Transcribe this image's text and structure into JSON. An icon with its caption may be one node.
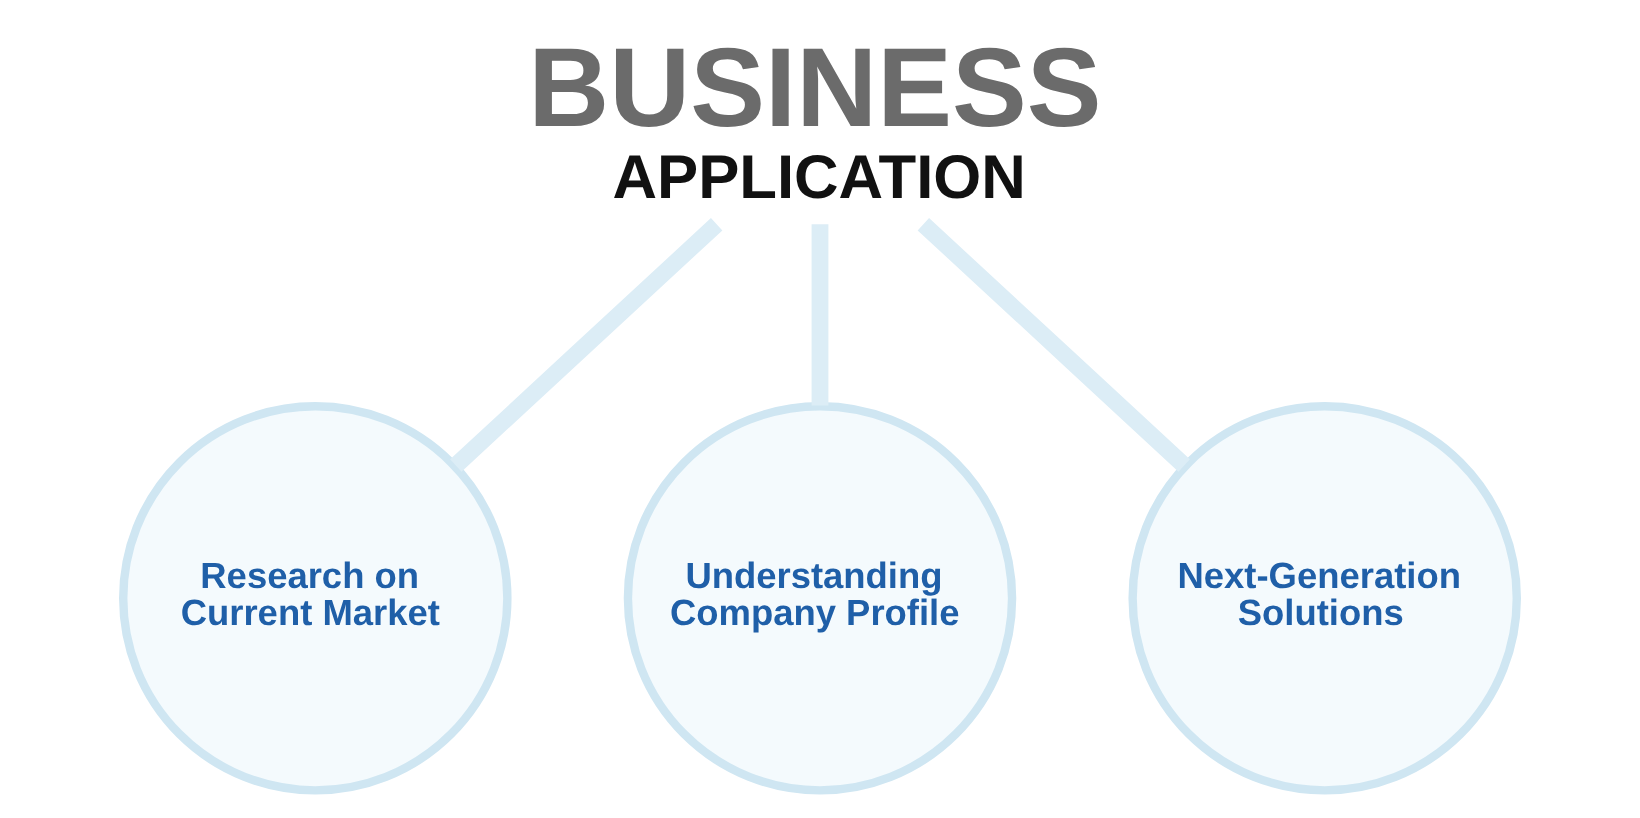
{
  "diagram": {
    "nodes": [
      {
        "text": [
          "BUSINESS",
          "APPLICATION"
        ]
      },
      {
        "text": [
          "Research on Current Market"
        ]
      },
      {
        "text": [
          "Understanding Company Profile"
        ]
      },
      {
        "text": [
          "Next-Generation Solutions"
        ]
      }
    ],
    "edges": [
      {
        "from": 0,
        "to": 1,
        "arrow": "none"
      },
      {
        "from": 0,
        "to": 2,
        "arrow": "none"
      },
      {
        "from": 0,
        "to": 3,
        "arrow": "none"
      }
    ]
  }
}
